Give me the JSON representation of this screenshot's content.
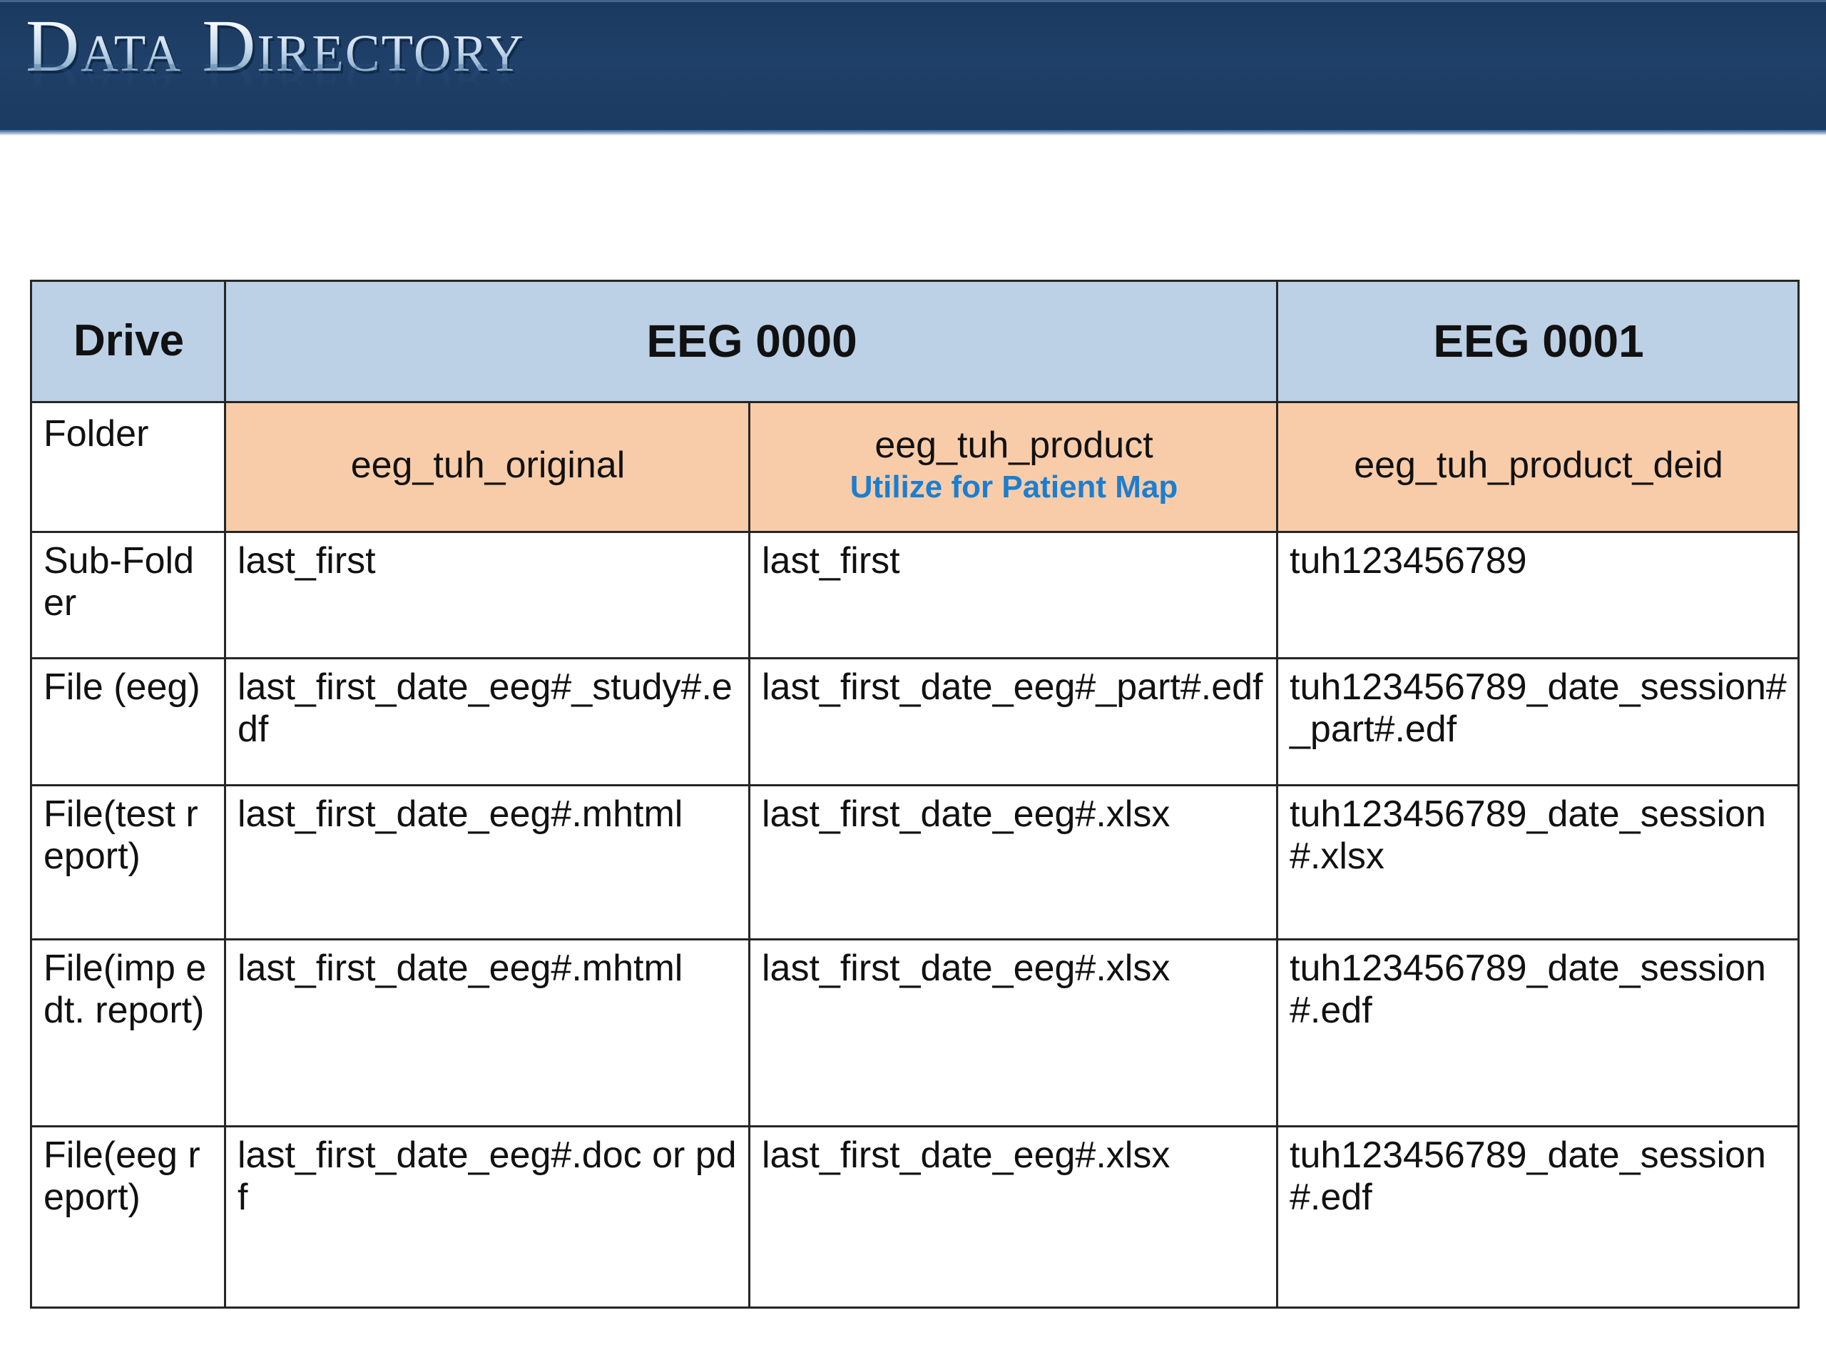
{
  "slide": {
    "title": "Data Directory"
  },
  "colors": {
    "banner_navy": "#1b3a60",
    "header_blue": "#bcd0e6",
    "folder_peach": "#f8cca8",
    "accent_blue": "#1b7ed0",
    "border": "#262626"
  },
  "table": {
    "columns": [
      {
        "key": "label",
        "label": "Drive"
      },
      {
        "key": "eeg0000_a",
        "label": "EEG 0000"
      },
      {
        "key": "eeg0001",
        "label": "EEG 0001"
      }
    ],
    "header": {
      "drive": "Drive",
      "eeg0000": "EEG 0000",
      "eeg0001": "EEG 0001"
    },
    "rows": [
      {
        "label": "Folder",
        "col_a": "eeg_tuh_original",
        "col_b": "eeg_tuh_product",
        "col_b_note": "Utilize for Patient Map",
        "col_c": "eeg_tuh_product_deid"
      },
      {
        "label": "Sub-Folder",
        "col_a": "last_first",
        "col_b": "last_first",
        "col_c": "tuh123456789"
      },
      {
        "label": "File (eeg)",
        "col_a": "last_first_date_eeg#_study#.edf",
        "col_b": "last_first_date_eeg#_part#.edf",
        "col_c": "tuh123456789_date_session#_part#.edf"
      },
      {
        "label": "File(test report)",
        "col_a": "last_first_date_eeg#.mhtml",
        "col_b": "last_first_date_eeg#.xlsx",
        "col_c": "tuh123456789_date_session#.xlsx"
      },
      {
        "label": "File(imp edt. report)",
        "col_a": "last_first_date_eeg#.mhtml",
        "col_b": "last_first_date_eeg#.xlsx",
        "col_c": "tuh123456789_date_session#.edf"
      },
      {
        "label": "File(eeg report)",
        "col_a": "last_first_date_eeg#.doc or pdf",
        "col_b": "last_first_date_eeg#.xlsx",
        "col_c": "tuh123456789_date_session#.edf"
      }
    ]
  }
}
